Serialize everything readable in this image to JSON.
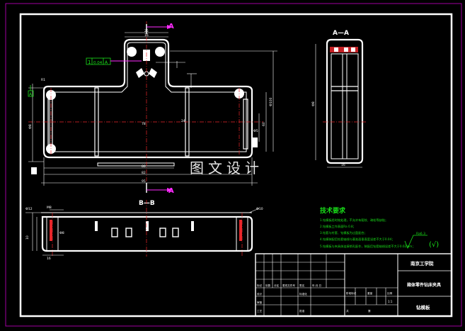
{
  "section_marks": {
    "top_view_A": "A",
    "top_view_A_bottom": "A",
    "section_AA": "A—A",
    "section_BB": "B—B"
  },
  "tolerance_frame": {
    "datum_1": "1",
    "value": "0.04",
    "datum": "A"
  },
  "datum_label": "A",
  "watermark": "图文设计",
  "tech_requirements": {
    "title": "技术要求",
    "items": [
      "1.钻模板经时效处理，不允许有裂纹、疏松等缺陷；",
      "2.钻模板工作表面Ra 0.8；",
      "3.钻套与衬套、钻模板为过盈配合；",
      "4.钻模装配后钻套轴线与基准面垂直度误差不大于0.04；",
      "5.钻模板与夹具体连接销孔配作，装配后钻套轴线误差不大于0.02mm；"
    ]
  },
  "roughness": {
    "value": "Ra6.3",
    "suffix": "(√)"
  },
  "title_block": {
    "school": "南京工学院",
    "drawing_name": "箱体零件钻床夹具",
    "part_name": "钻模板",
    "row_labels": [
      "标记",
      "处数",
      "分区",
      "更改文件号",
      "签名",
      "年.月.日"
    ],
    "row_labels2": [
      "设计",
      "标准化"
    ],
    "row_labels3": [
      "审核"
    ],
    "row_labels4": [
      "工艺",
      "批准"
    ],
    "stage": "阶段标记",
    "weight_label": "重量",
    "scale_label": "比例",
    "scale": "1:1",
    "sheet_total": "共",
    "sheet_no": "第"
  },
  "dimensions": {
    "top_view": [
      "95",
      "80",
      "82",
      "78",
      "Ф5",
      "R1",
      "Ф100",
      "60",
      "24",
      "Ф8",
      "25",
      "16"
    ],
    "section_aa": [
      "Ф8",
      "16"
    ],
    "section_bb": [
      "Ф12",
      "M8",
      "10",
      "16",
      "Ф8",
      "Ф10"
    ]
  }
}
